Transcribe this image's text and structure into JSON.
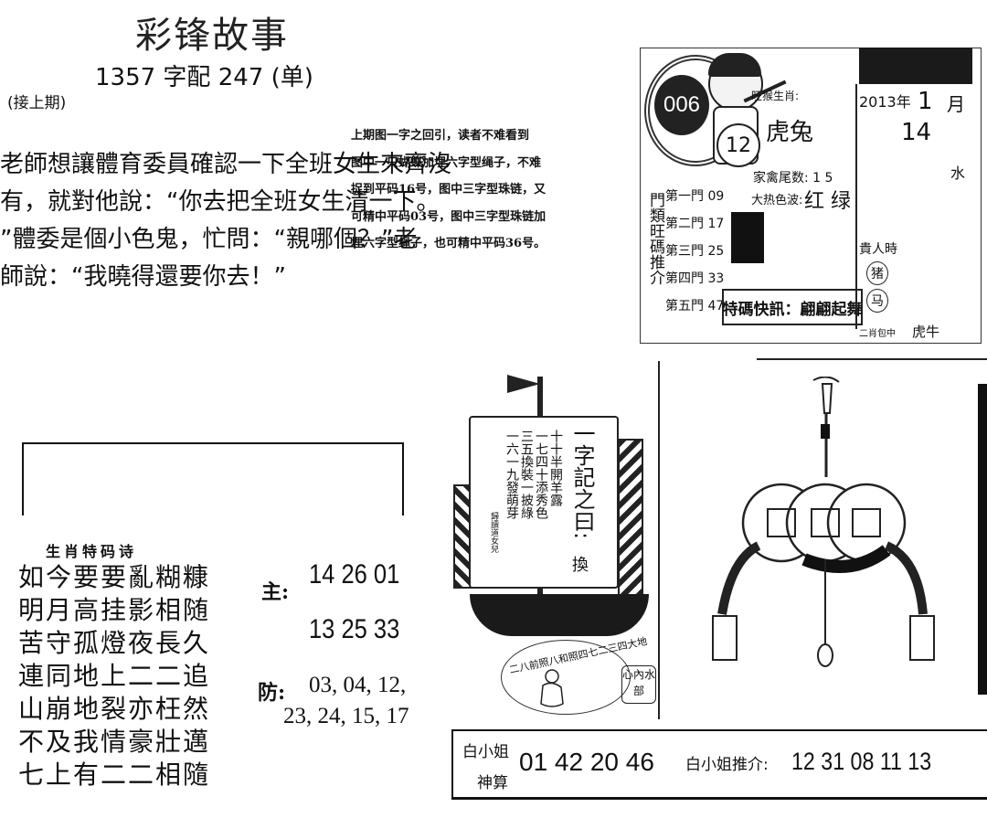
{
  "header": {
    "title": "彩锋故事",
    "subtitle": "1357 字配 247 (单)",
    "continued": "(接上期)"
  },
  "story": {
    "lines": [
      "老師想讓體育委員確認一下全班女生來齊沒",
      "有，就對他說：“你去把全班女生清一下。",
      "”體委是個小色鬼，忙問：“親哪個？”老",
      "師說：“我曉得還要你去！”"
    ]
  },
  "note": {
    "lines": [
      "上期图一字之回引，读者不难看到",
      "图中一只蝴蝶加埋六字型绳子，不难",
      "捉到平码16号，图中三字型珠链，又",
      "可精中平码03号，图中三字型珠链加",
      "埋六字型绳子，也可精中平码36号。"
    ]
  },
  "panel_tr": {
    "badge": "006",
    "ball": "12",
    "label_zodiac": "旺猴生肖:",
    "zodiac_art": "虎兔",
    "label_tail": "家禽尾数: 1 5",
    "label_color": "大热色波:",
    "color_value": "红 绿",
    "door_title": "門類旺碼推介",
    "doors": [
      {
        "label": "第一門",
        "value": "09"
      },
      {
        "label": "第二門",
        "value": "17"
      },
      {
        "label": "第三門",
        "value": "25"
      },
      {
        "label": "第四門",
        "value": "33"
      },
      {
        "label": "第五門",
        "value": "47"
      }
    ],
    "banner": "特碼快訊：翩翩起舞",
    "cal_year": "2013年",
    "cal_month": "1",
    "cal_month_unit": "月",
    "cal_day": "14",
    "cal_side": "水",
    "noble": "貴人時",
    "animal1": "猪",
    "animal2": "马",
    "bottom_pair": "虎牛",
    "bottom_left": "二肖包中"
  },
  "poem": {
    "title": "生肖特码诗",
    "lines": [
      "如今要要亂糊糠",
      "明月高挂影相随",
      "苦守孤燈夜長久",
      "連同地上二二追",
      "山崩地裂亦枉然",
      "不及我情豪壯邁",
      "七上有二二相隨"
    ],
    "main_label": "主:",
    "main_line1": "14 26 01",
    "main_line2": "13 25 33",
    "defense_label": "防:",
    "defense_line1": "03, 04, 12,",
    "defense_line2": "23, 24, 15, 17"
  },
  "ship": {
    "heading": "一字記之曰:",
    "heading_end": "換",
    "col1": "十十半開羊露",
    "col2": "一七四十添秀色",
    "col3": "三五換裝一披綠",
    "col4": "一六一九發萌芽",
    "signature": "歸讀道女兒",
    "oval_text": "二八前照八和照四七二三四大地",
    "stamp": "心內水部"
  },
  "bottom": {
    "label_top": "白小姐",
    "label_bottom": "神算",
    "numbers": "01 42 20 46",
    "recommend_label": "白小姐推介:",
    "recommend_numbers": "12 31 08 11 13"
  }
}
